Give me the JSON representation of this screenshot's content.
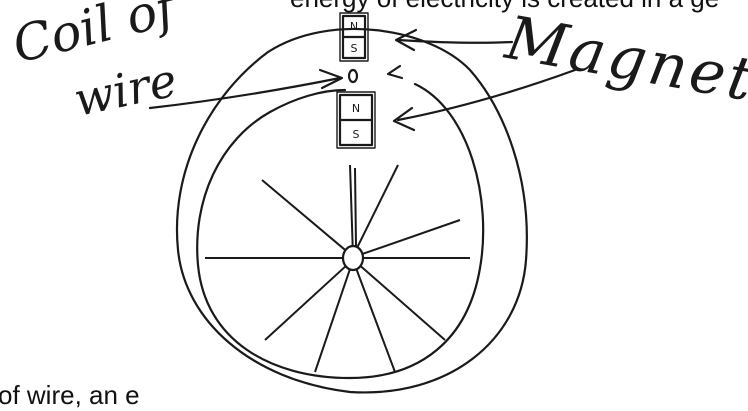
{
  "clipped_text": {
    "top": "energy of electricity is created in a ge",
    "bottom": "of wire, an e"
  },
  "labels": {
    "coil_line1": "Coil of",
    "coil_line2": "wire",
    "magnets": "Magnets"
  },
  "magnet_poles": {
    "upper": {
      "top": "N",
      "bottom": "S"
    },
    "lower": {
      "top": "N",
      "bottom": "S"
    }
  },
  "spoke_count": 10,
  "colors": {
    "ink": "#1a1a1a",
    "background": "#ffffff"
  }
}
